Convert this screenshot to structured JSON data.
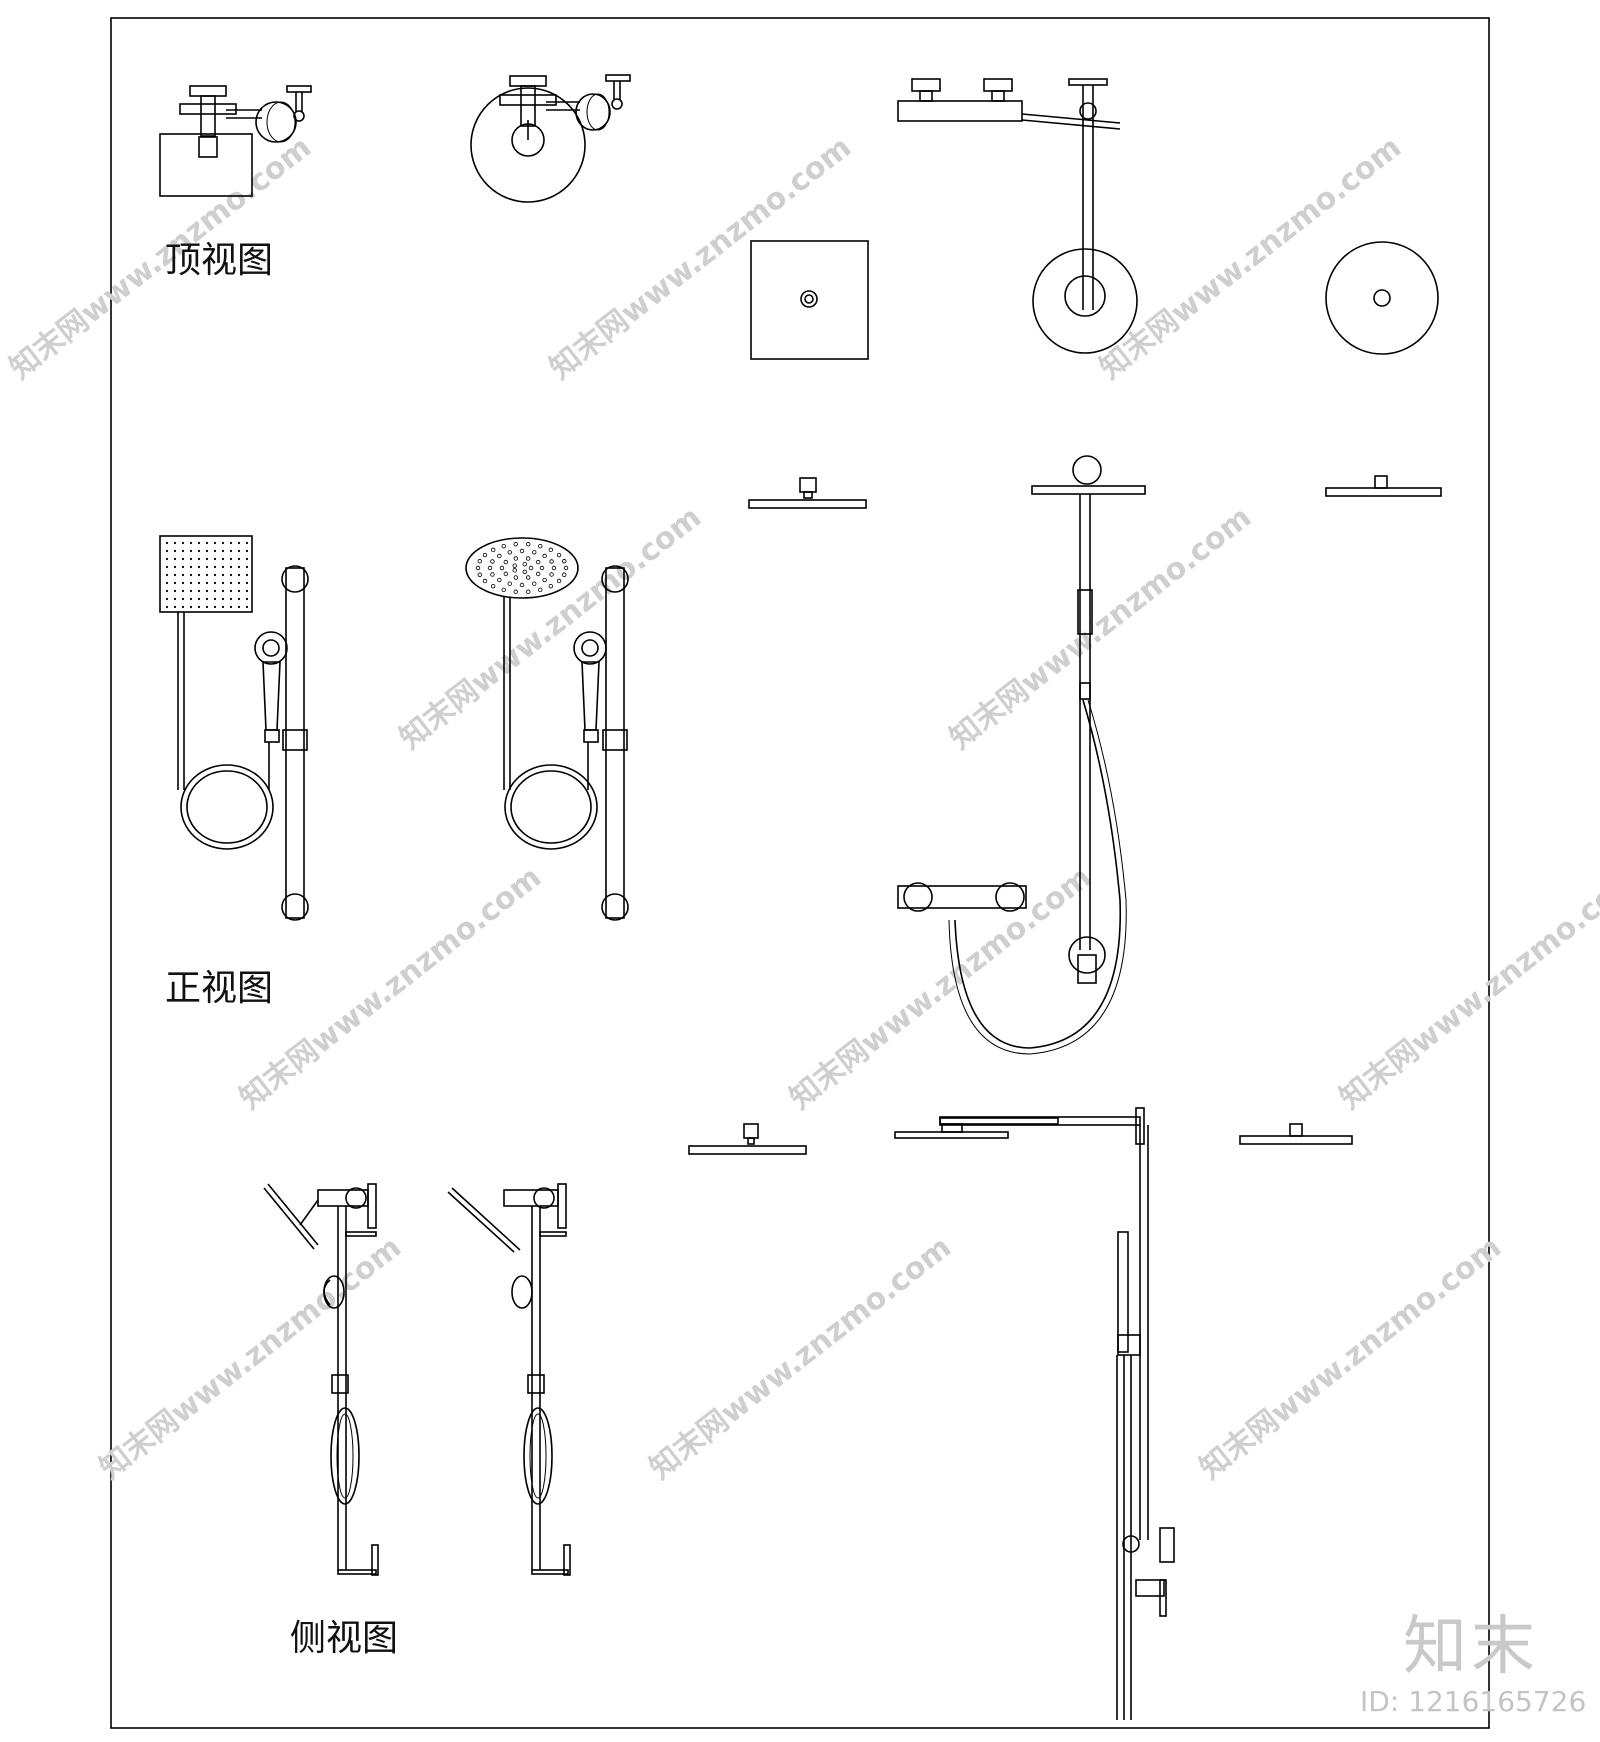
{
  "labels": {
    "top_view": "顶视图",
    "front_view": "正视图",
    "side_view": "侧视图"
  },
  "watermark": {
    "text": "知末网www.znzmo.com",
    "brand": "知末",
    "id": "ID: 1216165726"
  },
  "colors": {
    "line": "#000000",
    "watermark": "#cfcfcf",
    "background": "#ffffff"
  }
}
